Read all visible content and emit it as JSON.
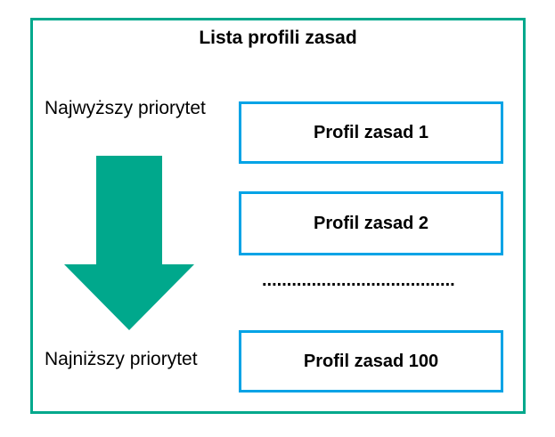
{
  "colors": {
    "frame": "#00A88C",
    "arrow": "#00A88C",
    "box_border": "#00A3E6",
    "text": "#000000",
    "background": "#FFFFFF"
  },
  "diagram": {
    "title": "Lista profili zasad",
    "labels": {
      "highest_priority": "Najwyższy priorytet",
      "lowest_priority": "Najniższy priorytet"
    },
    "arrow": "down-arrow",
    "boxes": [
      {
        "label": "Profil zasad 1"
      },
      {
        "label": "Profil zasad 2"
      },
      {
        "label": "Profil zasad 100"
      }
    ],
    "separator_dots": "......................................."
  }
}
